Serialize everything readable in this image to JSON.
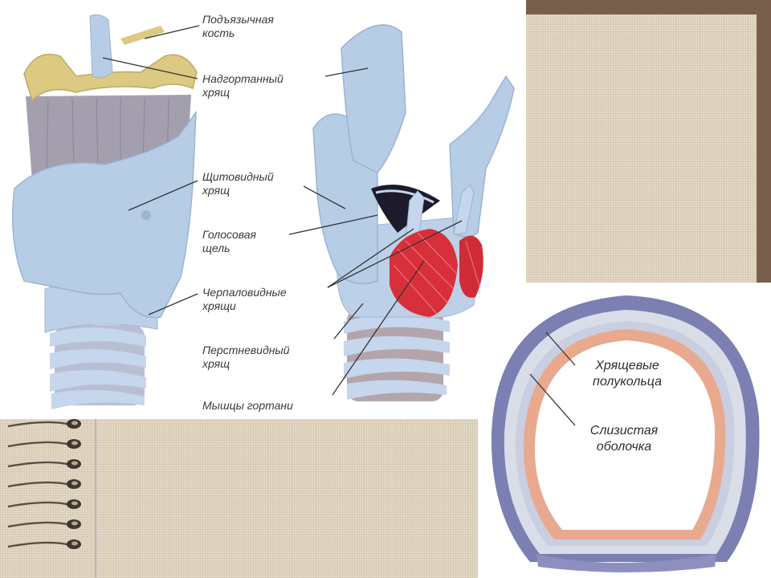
{
  "labels": {
    "hyoid": [
      "Подъязычная",
      "кость"
    ],
    "epiglottis": [
      "Надгортанный",
      "хрящ"
    ],
    "thyroid": [
      "Щитовидный",
      "хрящ"
    ],
    "glottis": [
      "Голосовая",
      "щель"
    ],
    "arytenoid": [
      "Черпаловидные",
      "хрящи"
    ],
    "cricoid": [
      "Перстневидный",
      "хрящ"
    ],
    "muscles": [
      "Мышцы гортани"
    ],
    "rings": [
      "Хрящевые",
      "полукольца"
    ],
    "mucosa": [
      "Слизистая",
      "оболочка"
    ]
  },
  "colors": {
    "cartilage": "#b7cde6",
    "bone": "#dcc982",
    "muscle": "#d8303b",
    "ligament": "#9a93a3",
    "mucosa": "#e9a98e",
    "ring_outer": "#7b7fb1",
    "frame": "#7a5e4c",
    "linen": "#e4d9c6"
  },
  "notebook": {
    "spiral_rings": 7,
    "icon": "spiral-binding-icon"
  }
}
